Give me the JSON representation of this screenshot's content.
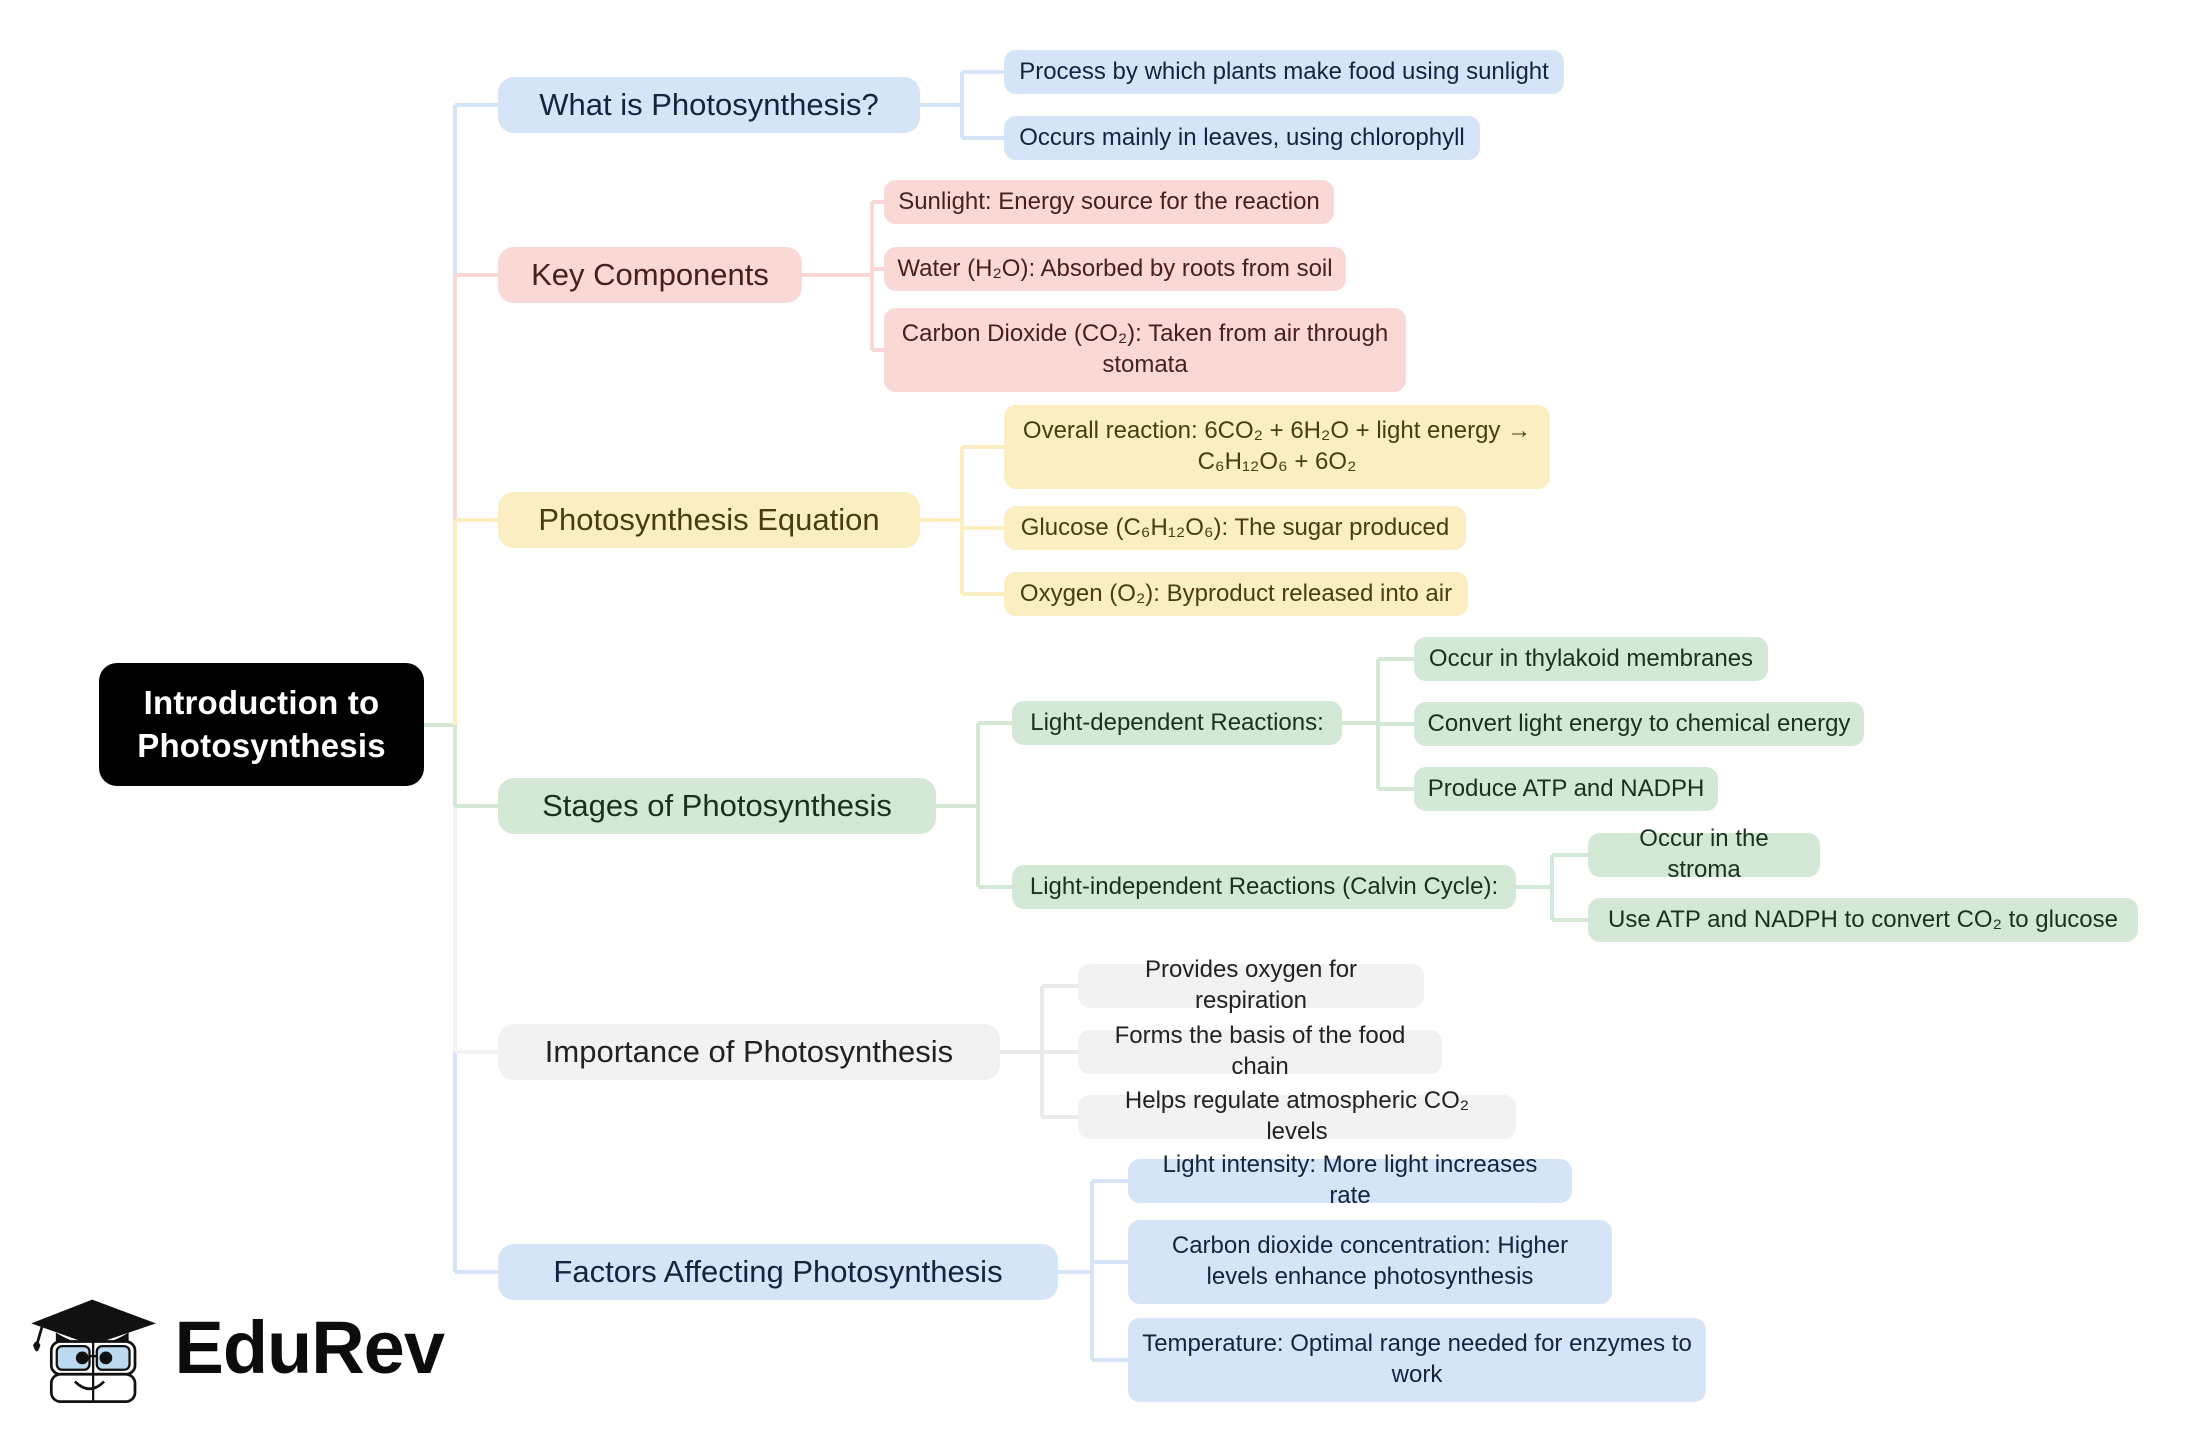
{
  "mindmap": {
    "root": {
      "label": "Introduction to\nPhotosynthesis"
    },
    "branches": [
      {
        "label": "What is Photosynthesis?",
        "color": "blue",
        "children": [
          {
            "label": "Process by which plants make food using sunlight"
          },
          {
            "label": "Occurs mainly in leaves, using chlorophyll"
          }
        ]
      },
      {
        "label": "Key Components",
        "color": "pink",
        "children": [
          {
            "label": "Sunlight: Energy source for the reaction"
          },
          {
            "label": "Water (H₂O): Absorbed by roots from soil"
          },
          {
            "label": "Carbon Dioxide (CO₂): Taken from air through stomata"
          }
        ]
      },
      {
        "label": "Photosynthesis Equation",
        "color": "yellow",
        "children": [
          {
            "label": "Overall reaction: 6CO₂ + 6H₂O + light energy → C₆H₁₂O₆ + 6O₂"
          },
          {
            "label": "Glucose (C₆H₁₂O₆): The sugar produced"
          },
          {
            "label": "Oxygen (O₂): Byproduct released into air"
          }
        ]
      },
      {
        "label": "Stages of Photosynthesis",
        "color": "green",
        "children": [
          {
            "label": "Light-dependent Reactions:",
            "children": [
              {
                "label": "Occur in thylakoid membranes"
              },
              {
                "label": "Convert light energy to chemical energy"
              },
              {
                "label": "Produce ATP and NADPH"
              }
            ]
          },
          {
            "label": "Light-independent Reactions (Calvin Cycle):",
            "children": [
              {
                "label": "Occur in the stroma"
              },
              {
                "label": "Use ATP and NADPH to convert CO₂ to glucose"
              }
            ]
          }
        ]
      },
      {
        "label": "Importance of Photosynthesis",
        "color": "gray",
        "children": [
          {
            "label": "Provides oxygen for respiration"
          },
          {
            "label": "Forms the basis of the food chain"
          },
          {
            "label": "Helps regulate atmospheric CO₂ levels"
          }
        ]
      },
      {
        "label": "Factors Affecting Photosynthesis",
        "color": "blue",
        "children": [
          {
            "label": "Light intensity: More light increases rate"
          },
          {
            "label": "Carbon dioxide concentration: Higher levels enhance photosynthesis"
          },
          {
            "label": "Temperature: Optimal range needed for enzymes to work"
          }
        ]
      }
    ]
  },
  "logo": {
    "wordmark": "EduRev",
    "cap_icon": "graduation-cap-icon",
    "book_icon": "book-character-icon"
  },
  "colors": {
    "root_bg": "#000000",
    "blue": "#D6E4F7",
    "pink": "#F9D8D5",
    "yellow": "#FBEEC2",
    "green": "#D4E9D5",
    "gray": "#F2F2F2",
    "background": "#FFFFFF"
  }
}
